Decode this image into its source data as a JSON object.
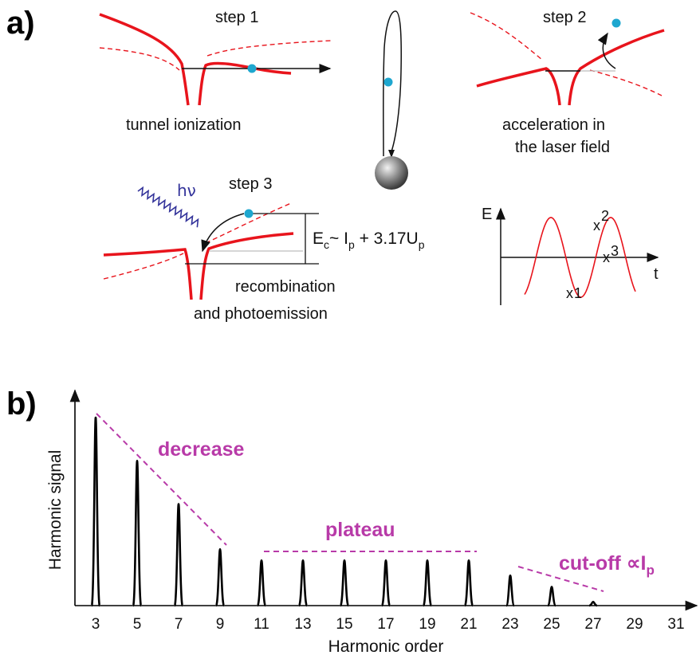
{
  "panel_a": {
    "label": "a)",
    "step1": {
      "title": "step 1",
      "caption": "tunnel ionization"
    },
    "step2": {
      "title": "step 2",
      "caption_line1": "acceleration in",
      "caption_line2": "the laser field"
    },
    "step3": {
      "title": "step 3",
      "caption_line1": "recombination",
      "caption_line2": "and photoemission",
      "photon": "hν",
      "formula": "E~ I + 3.17U",
      "formula_parts": {
        "E": "E",
        "c": "c",
        "tilde": "~ I",
        "p1": "p",
        "plus": " + 3.17U",
        "p2": "p"
      }
    },
    "field_plot": {
      "ylabel": "E",
      "xlabel": "t",
      "marks": [
        "x1",
        "x2",
        "x3"
      ],
      "mark_text": {
        "m1": "x",
        "n1": "1",
        "m2": "x",
        "n2": "2",
        "m3": "x",
        "n3": "3"
      }
    },
    "colors": {
      "potential": "#e8141c",
      "electron": "#1ea7cf",
      "photon": "#33339a"
    }
  },
  "panel_b": {
    "label": "b)",
    "annotations": {
      "decrease": "decrease",
      "plateau": "plateau",
      "cutoff": "cut-off ∝I",
      "cutoff_sub": "p"
    },
    "annotation_color": "#b83aa8"
  },
  "chart_data": {
    "type": "line",
    "xlabel": "Harmonic order",
    "ylabel": "Harmonic signal",
    "x_ticks": [
      3,
      5,
      7,
      9,
      11,
      13,
      15,
      17,
      19,
      21,
      23,
      25,
      27,
      29,
      31
    ],
    "xlim": [
      2,
      32
    ],
    "ylim": [
      0,
      1
    ],
    "grid": false,
    "series": [
      {
        "x": [
          3,
          5,
          7,
          9,
          11,
          13,
          15,
          17,
          19,
          21,
          23,
          25,
          27
        ],
        "values": [
          1.0,
          0.77,
          0.54,
          0.3,
          0.24,
          0.24,
          0.24,
          0.24,
          0.24,
          0.24,
          0.16,
          0.1,
          0.02
        ]
      }
    ]
  }
}
